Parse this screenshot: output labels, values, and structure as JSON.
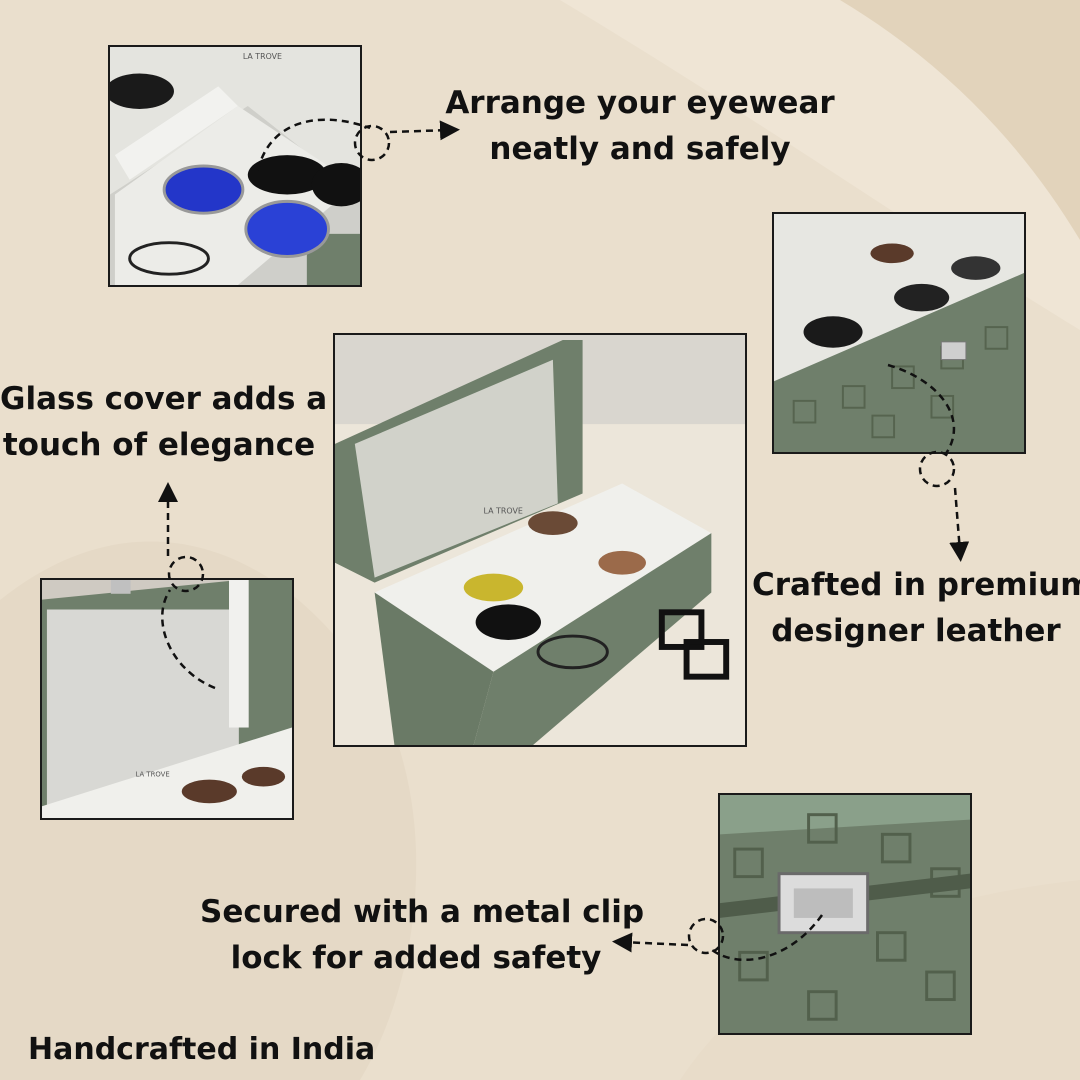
{
  "captions": {
    "arrange": [
      "Arrange your eyewear",
      "neatly and safely"
    ],
    "glass": [
      "Glass cover adds a",
      "touch of elegance"
    ],
    "leather": [
      "Crafted in premium",
      "designer leather"
    ],
    "lock": [
      "Secured with a metal clip",
      "lock for added safety"
    ]
  },
  "footer": "Handcrafted in India",
  "brand_mark": "LA TROVE",
  "colors": {
    "background": "#eadfcd",
    "leather": "#6f7f6b",
    "interior": "#e9e9e4",
    "text": "#111111"
  }
}
